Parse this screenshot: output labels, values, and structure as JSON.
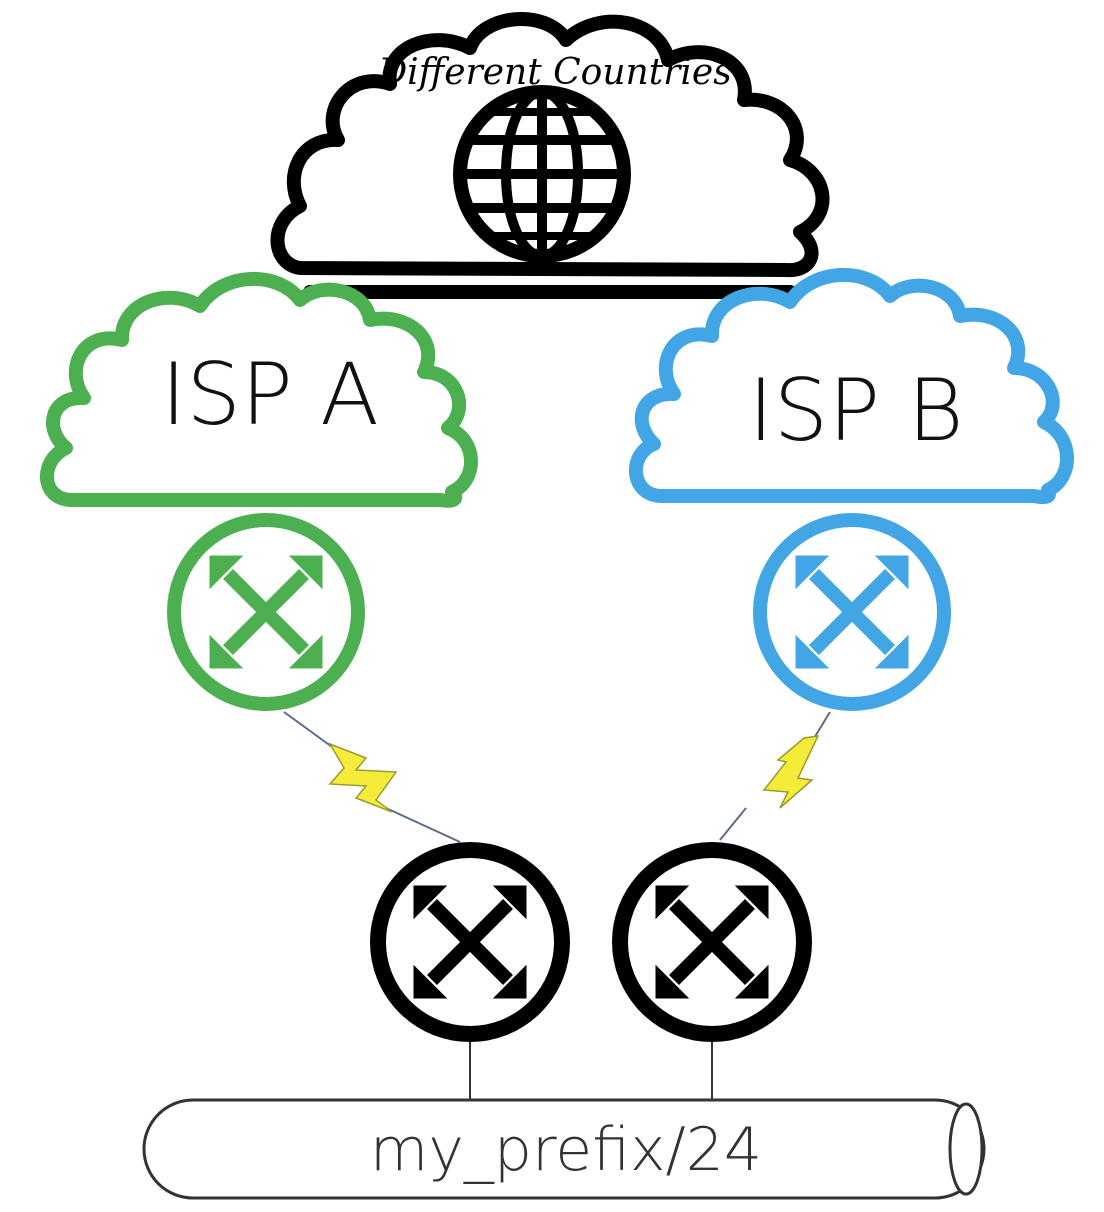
{
  "internet": {
    "label": "Different Countries",
    "icon": "globe-icon",
    "color": "#000000"
  },
  "isp_a": {
    "label": "ISP A",
    "color": "#4caf50",
    "router_icon": "router-icon"
  },
  "isp_b": {
    "label": "ISP B",
    "color": "#42a5e6",
    "router_icon": "router-icon"
  },
  "customer_routers": {
    "color": "#000000",
    "icon": "router-icon"
  },
  "links": {
    "wan_icon": "lightning-bolt-icon",
    "wan_color": "#f5ec3a"
  },
  "network": {
    "label": "my_prefix/24"
  }
}
